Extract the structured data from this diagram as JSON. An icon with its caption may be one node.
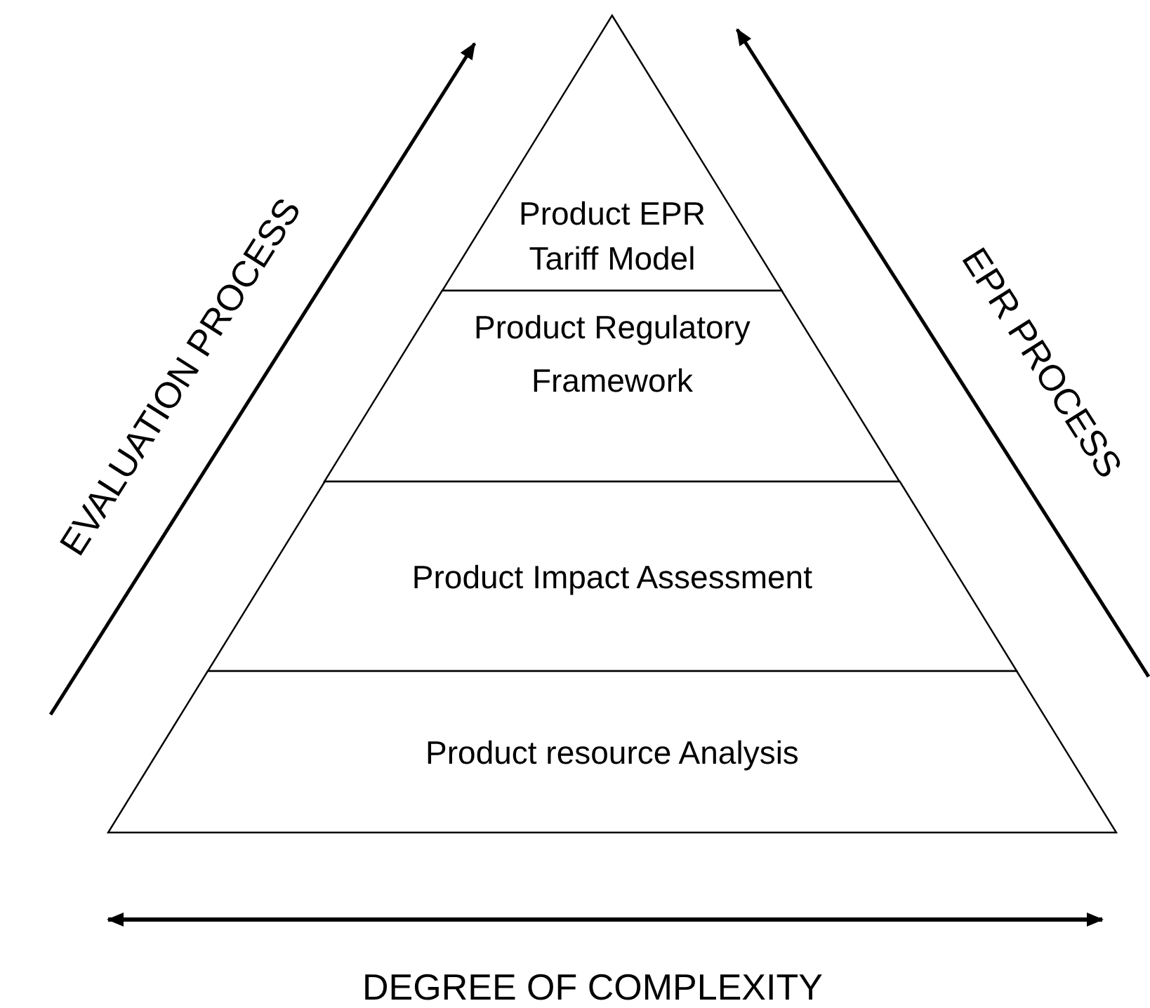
{
  "diagram": {
    "nodes": [
      {
        "text": [
          "Product EPR Tariff Model"
        ]
      },
      {
        "text": [
          "Product Regulatory Framework"
        ]
      },
      {
        "text": [
          "Product Impact Assessment"
        ]
      },
      {
        "text": [
          "Product resource Analysis"
        ]
      }
    ],
    "labels": [
      "EVALUATION PROCESS",
      "EPR PROCESS",
      "DEGREE OF COMPLEXITY"
    ]
  }
}
